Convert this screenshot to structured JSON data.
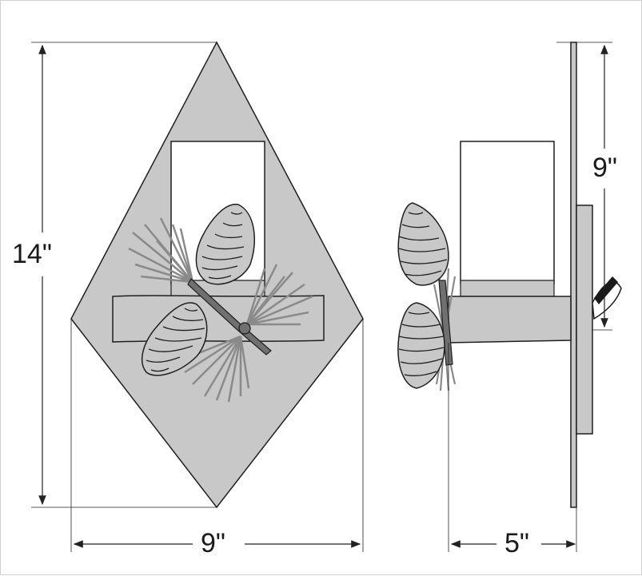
{
  "dimensions": {
    "height": "14\"",
    "width_front": "9\"",
    "depth": "5\"",
    "mount_height": "9\""
  },
  "colors": {
    "plate": "#c8c8c8",
    "outline": "#1f1f1f",
    "glass": "#ffffff",
    "branch": "#707070",
    "needles": "#8a8a8a",
    "dimension_line": "#222222"
  }
}
